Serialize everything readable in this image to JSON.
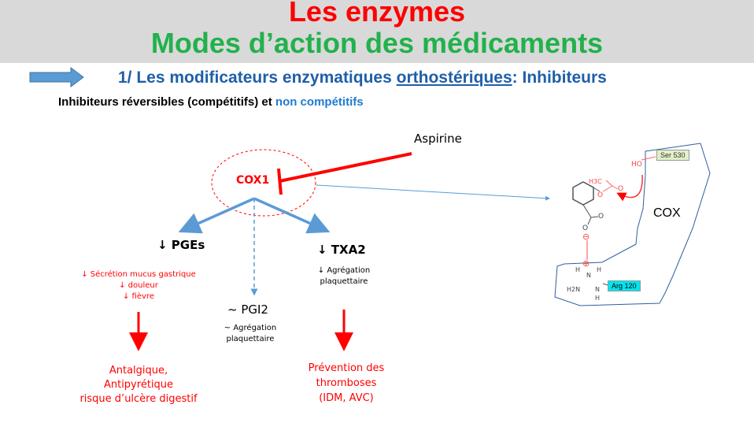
{
  "header": {
    "title": "Les enzymes",
    "subtitle": "Modes d’action des médicaments"
  },
  "section": {
    "prefix": "1/ Les modificateurs enzymatiques ",
    "underlined": "orthostériques",
    "suffix": ": Inhibiteurs"
  },
  "intro": {
    "text": "Inhibiteurs réversibles (compétitifs) et ",
    "highlight": "non compétitifs"
  },
  "diagram": {
    "drug": "Aspirine",
    "enzyme": "COX1",
    "pges": {
      "label": "↓ PGEs",
      "effects": [
        "↓ Sécrétion mucus gastrique",
        "↓ douleur",
        "↓ fièvre"
      ],
      "outcome": [
        "Antalgique,",
        "Antipyrétique",
        "risque d’ulcère digestif"
      ]
    },
    "pgi2": {
      "label": "~ PGI2",
      "effects": [
        "~ Agrégation",
        "plaquettaire"
      ]
    },
    "txa2": {
      "label": "↓ TXA2",
      "effects": [
        "↓ Agrégation",
        "plaquettaire"
      ],
      "outcome": [
        "Prévention des",
        "thromboses",
        "(IDM, AVC)"
      ]
    }
  },
  "structure": {
    "enzyme_label": "COX",
    "ser": "Ser 530",
    "arg": "Arg 120",
    "ho": "HO",
    "h3c": "H3C",
    "o": "O",
    "minus": "⊖",
    "plus": "⊕",
    "h": "H",
    "n": "N",
    "h2n": "H2N"
  },
  "colors": {
    "red": "#ff0000",
    "green": "#22b14c",
    "blue": "#1f5fa8",
    "arrow": "#5b9bd5"
  }
}
